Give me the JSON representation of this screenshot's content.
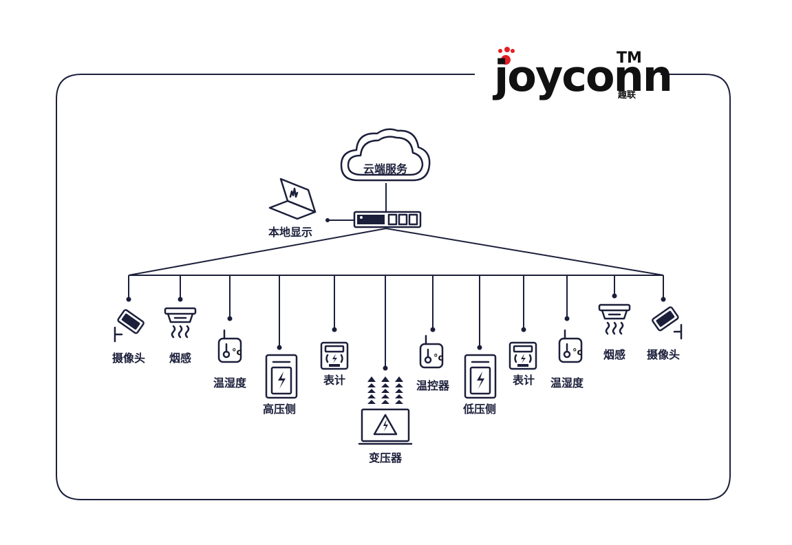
{
  "brand": {
    "name": "joyconn",
    "sub": "趣联",
    "tm": "TM",
    "accent_color": "#e41e26",
    "ink_color": "#1b1f3a"
  },
  "cloud": {
    "label": "云端服务",
    "icon": "cloud-icon"
  },
  "gateway": {
    "icon": "gateway-switch-icon"
  },
  "local_display": {
    "label": "本地显示",
    "icon": "laptop-icon"
  },
  "devices": [
    {
      "label": "摄像头",
      "icon": "camera-icon"
    },
    {
      "label": "烟感",
      "icon": "smoke-detector-icon"
    },
    {
      "label": "温湿度",
      "icon": "temp-humidity-sensor-icon"
    },
    {
      "label": "高压侧",
      "icon": "high-voltage-cabinet-icon"
    },
    {
      "label": "表计",
      "icon": "meter-icon"
    },
    {
      "label": "变压器",
      "icon": "transformer-icon"
    },
    {
      "label": "温控器",
      "icon": "temp-controller-icon"
    },
    {
      "label": "低压侧",
      "icon": "low-voltage-cabinet-icon"
    },
    {
      "label": "表计",
      "icon": "meter-icon"
    },
    {
      "label": "温湿度",
      "icon": "temp-humidity-sensor-icon"
    },
    {
      "label": "烟感",
      "icon": "smoke-detector-icon"
    },
    {
      "label": "摄像头",
      "icon": "camera-icon"
    }
  ]
}
